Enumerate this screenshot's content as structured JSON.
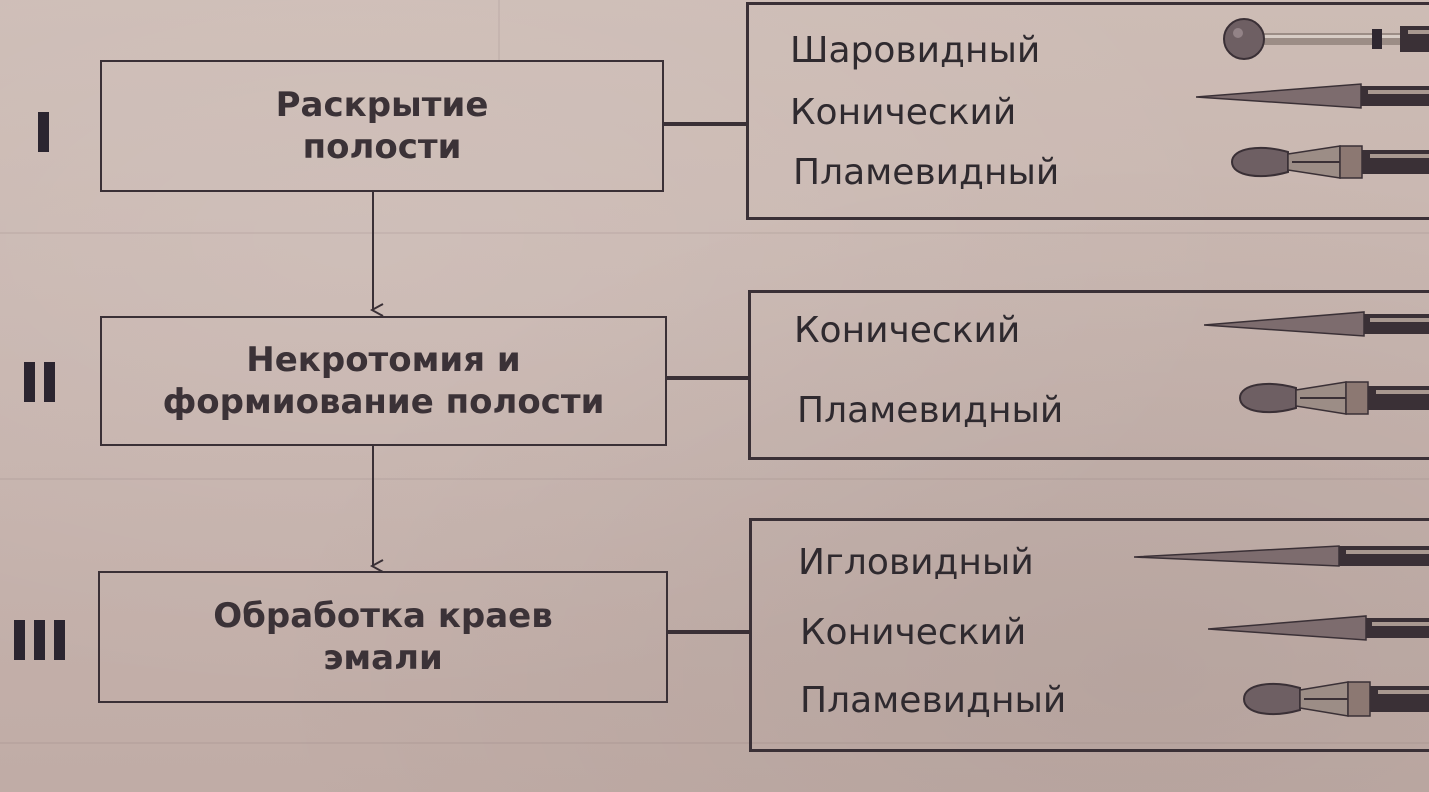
{
  "stages": [
    {
      "numeral": "I",
      "label": "Раскрытие\nполости",
      "tools": [
        "Шаровидный",
        "Конический",
        "Пламевидный"
      ],
      "tool_icons": [
        "ball-bur-icon",
        "conical-bur-icon",
        "flame-bur-icon"
      ]
    },
    {
      "numeral": "II",
      "label": "Некротомия и\nформиование полости",
      "tools": [
        "Конический",
        "Пламевидный"
      ],
      "tool_icons": [
        "conical-bur-icon",
        "flame-bur-icon"
      ]
    },
    {
      "numeral": "III",
      "label": "Обработка краев\nэмали",
      "tools": [
        "Игловидный",
        "Конический",
        "Пламевидный"
      ],
      "tool_icons": [
        "needle-bur-icon",
        "conical-bur-icon",
        "flame-bur-icon"
      ]
    }
  ],
  "colors": {
    "ink": "#3a3036",
    "paper": "#c9b7b1",
    "bur_head": "#6e5f63",
    "bur_metal": "#9c8d86"
  }
}
